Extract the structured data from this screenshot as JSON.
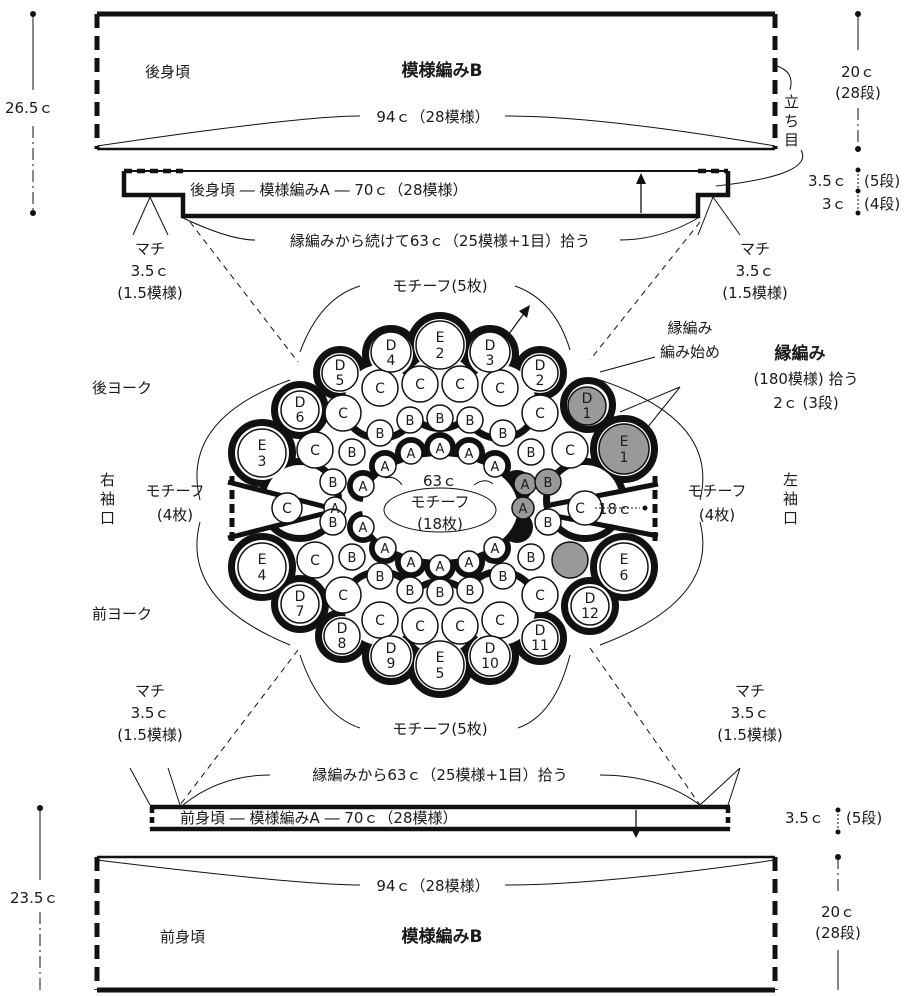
{
  "back_body": {
    "name": "後身頃",
    "pattern": "模様編みB",
    "width": "94ｃ（28模様）",
    "height_total": "26.5ｃ",
    "height_upper": "20ｃ",
    "height_upper_rows": "(28段)",
    "tate_chars": [
      "立",
      "ち",
      "目"
    ]
  },
  "back_band": {
    "label": "後身頃 ― 模様編みA ― 70ｃ（28模様）",
    "h1": "3.5ｃ",
    "h1_rows": "(5段)",
    "h2": "3ｃ",
    "h2_rows": "(4段)",
    "pickup": "縁編みから続けて63ｃ（25模様+1目）拾う"
  },
  "gusset": {
    "name": "マチ",
    "size": "3.5ｃ",
    "patterns": "(1.5模様)"
  },
  "yoke": {
    "motif_top": "モチーフ(5枚)",
    "motif_bottom": "モチーフ(5枚)",
    "back_yoke": "後ヨーク",
    "front_yoke": "前ヨーク",
    "right_cuff": [
      "右",
      "袖",
      "口"
    ],
    "left_cuff": [
      "左",
      "袖",
      "口"
    ],
    "side_motif": "モチーフ",
    "side_count": "(4枚)",
    "center_size": "63ｃ",
    "center_motif": "モチーフ",
    "center_count": "(18枚)",
    "sleeve_measure": "18ｃ",
    "edge_start_1": "縁編み",
    "edge_start_2": "編み始め",
    "edge_title": "縁編み",
    "edge_pickup": "(180模様) 拾う",
    "edge_height": "2ｃ (3段)",
    "circles": [
      {
        "label": "E",
        "num": "2"
      },
      {
        "label": "D",
        "num": "3"
      },
      {
        "label": "D",
        "num": "4"
      },
      {
        "label": "D",
        "num": "5"
      },
      {
        "label": "D",
        "num": "2"
      },
      {
        "label": "D",
        "num": "1"
      },
      {
        "label": "D",
        "num": "6"
      },
      {
        "label": "E",
        "num": "1"
      },
      {
        "label": "E",
        "num": "3"
      },
      {
        "label": "E",
        "num": "4"
      },
      {
        "label": "E",
        "num": "6"
      },
      {
        "label": "D",
        "num": "7"
      },
      {
        "label": "D",
        "num": "12"
      },
      {
        "label": "D",
        "num": "8"
      },
      {
        "label": "D",
        "num": "11"
      },
      {
        "label": "D",
        "num": "9"
      },
      {
        "label": "D",
        "num": "10"
      },
      {
        "label": "E",
        "num": "5"
      },
      {
        "label": "C",
        "num": ""
      },
      {
        "label": "B",
        "num": ""
      },
      {
        "label": "A",
        "num": ""
      }
    ]
  },
  "front_band": {
    "pickup": "縁編みから63ｃ（25模様+1目）拾う",
    "label": "前身頃 ― 模様編みA ― 70ｃ（28模様）",
    "h1": "3.5ｃ",
    "h1_rows": "(5段)"
  },
  "front_body": {
    "name": "前身頃",
    "pattern": "模様編みB",
    "width": "94ｃ（28模様）",
    "height_total": "23.5ｃ",
    "height_upper": "20ｃ",
    "height_upper_rows": "(28段)"
  }
}
